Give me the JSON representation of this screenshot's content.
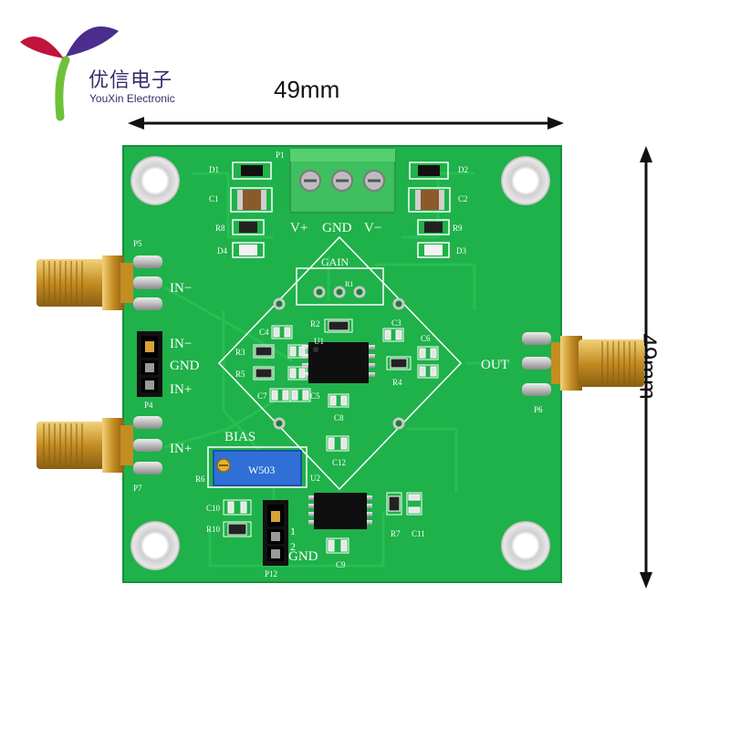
{
  "brand": {
    "name_cn": "优信电子",
    "name_en": "YouXin Electronic"
  },
  "dimensions": {
    "width": "49mm",
    "height": "49mm"
  },
  "board": {
    "silkscreen": {
      "power_header": "P1",
      "power_pins": [
        "V+",
        "GND",
        "V−"
      ],
      "gain": "GAIN",
      "bias": "BIAS",
      "in_minus": "IN−",
      "in_plus": "IN+",
      "gnd": "GND",
      "out": "OUT",
      "jumper_in_minus": "IN−",
      "jumper_gnd": "GND",
      "jumper_in_plus": "IN+",
      "bias_gnd": "GND",
      "pot_label": "W503",
      "refs": {
        "D1": "D1",
        "D2": "D2",
        "D3": "D3",
        "D4": "D4",
        "C1": "C1",
        "C2": "C2",
        "C3": "C3",
        "C4": "C4",
        "C5": "C5",
        "C6": "C6",
        "C7": "C7",
        "C8": "C8",
        "C9": "C9",
        "C10": "C10",
        "C11": "C11",
        "C12": "C12",
        "R1": "R1",
        "R2": "R2",
        "R3": "R3",
        "R4": "R4",
        "R5": "R5",
        "R6": "R6",
        "R7": "R7",
        "R8": "R8",
        "R9": "R9",
        "R10": "R10",
        "U1": "U1",
        "U2": "U2",
        "P4": "P4",
        "P5": "P5",
        "P6": "P6",
        "P7": "P7",
        "P12": "P12",
        "j1": "1",
        "j2": "2"
      }
    },
    "colors": {
      "pcb": "#1fb14a",
      "pcb_dark": "#17923a",
      "silk": "#ffffff",
      "gold": "#d9a93a",
      "terminal": "#3fbf5f",
      "pot": "#2f6fd6"
    }
  }
}
